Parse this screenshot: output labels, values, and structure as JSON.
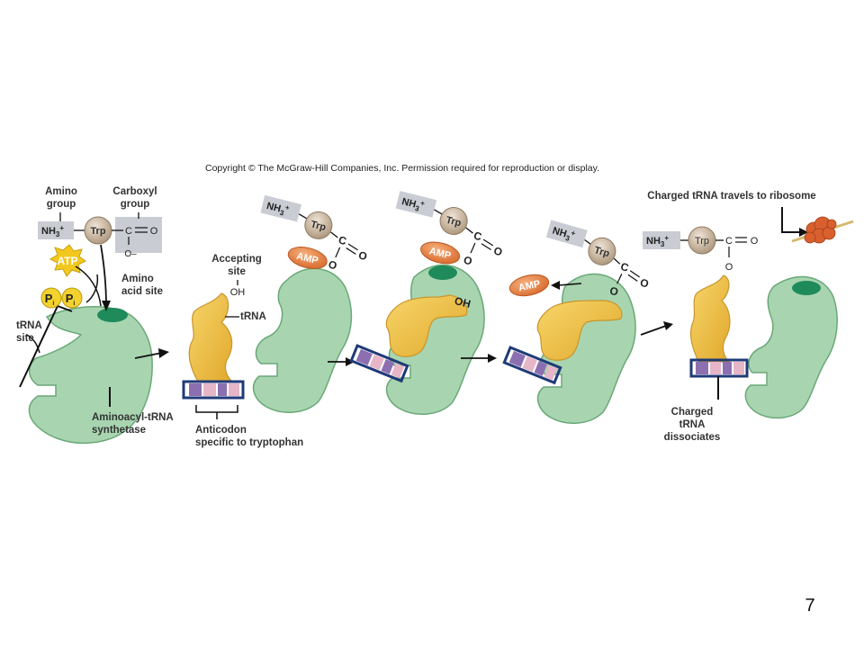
{
  "copyright": "Copyright © The McGraw-Hill Companies, Inc. Permission required for reproduction or display.",
  "slide_number": "7",
  "labels": {
    "amino_group": [
      "Amino",
      "group"
    ],
    "carboxyl_group": [
      "Carboxyl",
      "group"
    ],
    "amino_acid_site": [
      "Amino",
      "acid site"
    ],
    "trna_site": [
      "tRNA",
      "site"
    ],
    "synthetase": [
      "Aminoacyl-tRNA",
      "synthetase"
    ],
    "accepting_site": [
      "Accepting",
      "site"
    ],
    "trna": "tRNA",
    "anticodon": [
      "Anticodon",
      "specific to tryptophan"
    ],
    "charged_travels": "Charged tRNA travels to ribosome",
    "charged_dissociates": [
      "Charged",
      "tRNA",
      "dissociates"
    ]
  },
  "molecules": {
    "nh3": "NH",
    "nh3_sub": "3",
    "nh3_sup": "+",
    "trp": "Trp",
    "c": "C",
    "o": "O",
    "o_minus": "O–",
    "atp": "ATP",
    "amp": "AMP",
    "pi": "P",
    "pi_sub": "i",
    "oh": "OH"
  },
  "colors": {
    "enzyme": "#a8d5b0",
    "enzyme_edge": "#6aa878",
    "enzyme_site": "#1f8a5a",
    "trna": "#f0c040",
    "trna_edge": "#c8952a",
    "trp": "#c9b29a",
    "amp": "#e8874a",
    "atp": "#f2c81e",
    "pi": "#f4d22e",
    "anticodon_frame": "#1f3a78",
    "anticodon_purple": "#8c6fb0",
    "anticodon_pink": "#e6b5c8",
    "ribosome": "#d9602e"
  }
}
